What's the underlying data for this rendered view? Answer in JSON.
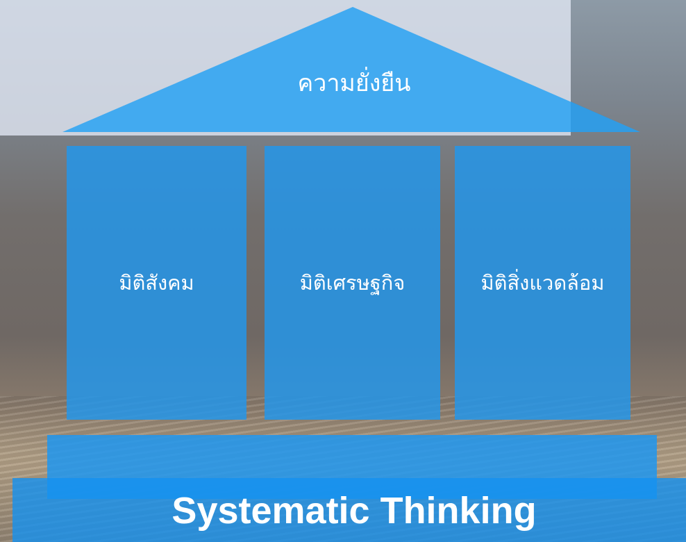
{
  "roof": {
    "label": "ความยั่งยืน",
    "color": "#3aa8f0"
  },
  "pillars": [
    {
      "label": "มิติสังคม"
    },
    {
      "label": "มิติเศรษฐกิจ"
    },
    {
      "label": "มิติสิ่งแวดล้อม"
    }
  ],
  "foundation": {
    "label": "Systematic Thinking"
  },
  "colors": {
    "pillar": "#2396eb",
    "foundation": "#1e96f0"
  }
}
